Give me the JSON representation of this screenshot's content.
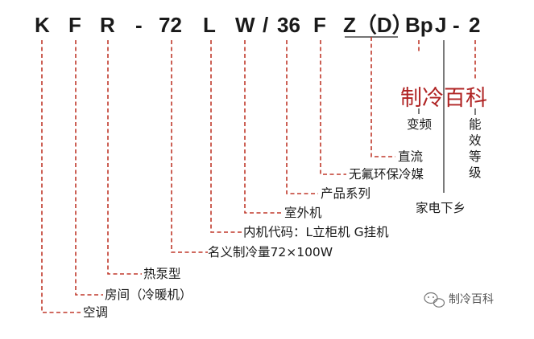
{
  "model_code": {
    "K": "K",
    "F": "F",
    "R": "R",
    "dash1": "-",
    "num72": "72",
    "L": "L",
    "W": "W",
    "slash": "/",
    "num36": "36",
    "F2": "F",
    "ZD": "Z（D）",
    "Bp": "Bp",
    "J": "J",
    "dash2": "-",
    "num2": "2"
  },
  "labels": {
    "kongtiao": "空调",
    "fangjian": "房间（冷暖机）",
    "rebeng": "热泵型",
    "zhileng": "名义制冷量72×100W",
    "neiji": "内机代码：L立柜机 G挂机",
    "shiwai": "室外机",
    "chanpin": "产品系列",
    "wufu": "无氟环保冷媒",
    "zhiliu": "直流",
    "jiadian": "家电下乡",
    "bianpin": "变频",
    "nengxiao": "能效等级"
  },
  "brand": {
    "text": "制冷百科",
    "color": "#b02424"
  },
  "watermark": {
    "icon": "wechat-icon",
    "text": "制冷百科"
  },
  "colors": {
    "leader_dashed": "#c0392b",
    "leader_solid": "#222222",
    "text": "#1a1a1a"
  }
}
